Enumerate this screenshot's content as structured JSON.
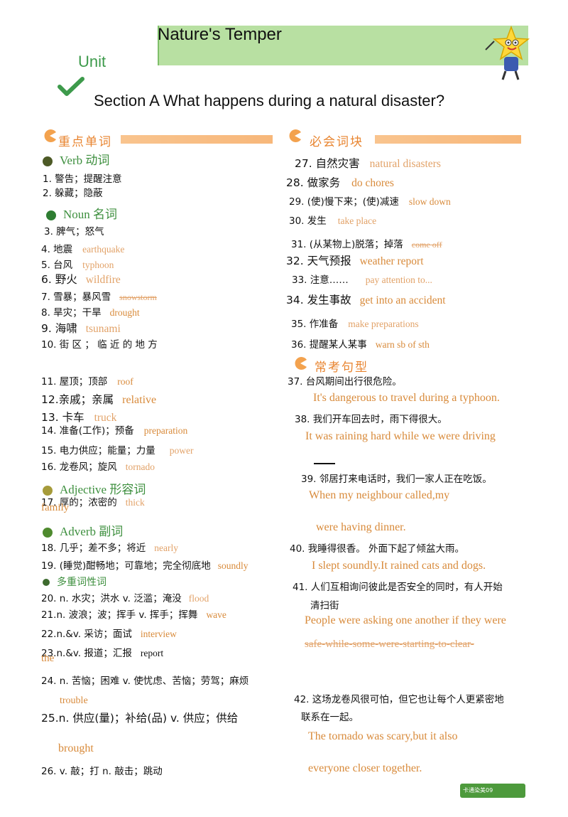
{
  "header": {
    "unit_label": "Unit",
    "title": "Nature's  Temper",
    "section_title": "Section A What happens during a  natural disaster?",
    "colors": {
      "banner": "#b8e0a2",
      "unit_green": "#3d9a4b",
      "orange": "#e8842f",
      "answer": "#d88a3a"
    }
  },
  "left": {
    "heading": "重点单词",
    "verb_label": "Verb  动词",
    "noun_label": "Noun  名词",
    "adj_label": "Adjective 形容词",
    "adv_label": "Adverb  副词",
    "multi_label": "多重词性词",
    "items": {
      "i1": "1. 警告；提醒注意",
      "i2": "2. 躲藏；隐蔽",
      "i3": "3. 脾气；怒气",
      "i4": "4. 地震",
      "a4": "earthquake",
      "i5": "5. 台风",
      "a5": "typhoon",
      "i6": "6. 野火",
      "a6": "wildfire",
      "i7": "7. 雪暴；暴风雪",
      "a7": "snowstorm",
      "i8": "8. 旱灾；干旱",
      "a8": "drought",
      "i9": "9. 海啸",
      "a9": "tsunami",
      "i10": "10.  街 区 ；  临 近 的 地 方",
      "i11": "11. 屋顶；顶部",
      "a11": "roof",
      "i12": "12.亲戚；亲属",
      "a12": "relative",
      "i13": "13. 卡车",
      "a13": "truck",
      "i14": "14. 准备(工作)；预备",
      "a14": "preparation",
      "i15": "15. 电力供应；能量；力量",
      "a15": "power",
      "i16": "16. 龙卷风；旋风",
      "a16": "tornado",
      "i17": "17. 厚的；浓密的",
      "a17": "thick",
      "a17b": "family",
      "i18": "18. 几乎；差不多；将近",
      "a18": "nearly",
      "i19": "19. (睡觉)酣畅地；可靠地；完全彻底地",
      "a19": "soundly",
      "i20": "20. n. 水灾；洪水    v. 泛滥；淹没",
      "a20": "flood",
      "i21": "21.n. 波浪；波；挥手   v. 挥手；挥舞",
      "a21": "wave",
      "i22": "22.n.&v.   采访；面试",
      "a22": "interview",
      "i23": "23.n.&v.   报道；汇报",
      "a23": "report",
      "a23b": "the",
      "i24": "24. n. 苦恼；困难   v. 使忧虑、苦恼；劳驾；麻烦",
      "a24": "trouble",
      "i25": "25.n. 供应(量)；补给(品)   v. 供应；供给",
      "a25": "brought",
      "i26": "26. v. 敲；打    n. 敲击；跳动"
    }
  },
  "right": {
    "heading": "必会词块",
    "heading2": "常考句型",
    "items": {
      "i27": "27. 自然灾害",
      "a27": "natural disasters",
      "i28": "28. 做家务",
      "a28": "do chores",
      "i29": "29. (使)慢下来；(使)减速",
      "a29": "slow    down",
      "i30": "30. 发生",
      "a30": "take place",
      "i31": "31. (从某物上)脱落；掉落",
      "a31": "come    off",
      "i32": "32. 天气预报",
      "a32": "weather  report",
      "i33": "33. 注意……",
      "a33": "pay attention to...",
      "i34": "34. 发生事故",
      "a34": "get into an accident",
      "i35": "35. 作准备",
      "a35": "make  preparations",
      "i36": "36. 提醒某人某事",
      "a36": "warn   sb   of  sth",
      "i37": "37. 台风期间出行很危险。",
      "a37": "It's dangerous to travel during a typhoon.",
      "i38": "38. 我们开车回去时，雨下得很大。",
      "a38": "It  was raining hard while we were driving",
      "i39": "39. 邻居打来电话时，我们一家人正在吃饭。",
      "a39": "When    my    neighbour    called,my",
      "a39b": "were having dinner.",
      "i40": "40. 我睡得很香。  外面下起了倾盆大雨。",
      "a40": "I  slept  soundly.It  rained  cats  and  dogs.",
      "i41": "41. 人们互相询问彼此是否安全的同时，有人开始",
      "i41b": "清扫街",
      "a41": "People were asking one another if they were",
      "a41b": "safe-while-some-were-starting-to-clear-",
      "i42": "42. 这场龙卷风很可怕，但它也让每个人更紧密地",
      "i42b": "联系在一起。",
      "a42": "The  tornado  was  scary,but  it  also",
      "a42b": "everyone closer together."
    }
  },
  "footer": {
    "badge": "卡通染美09"
  }
}
